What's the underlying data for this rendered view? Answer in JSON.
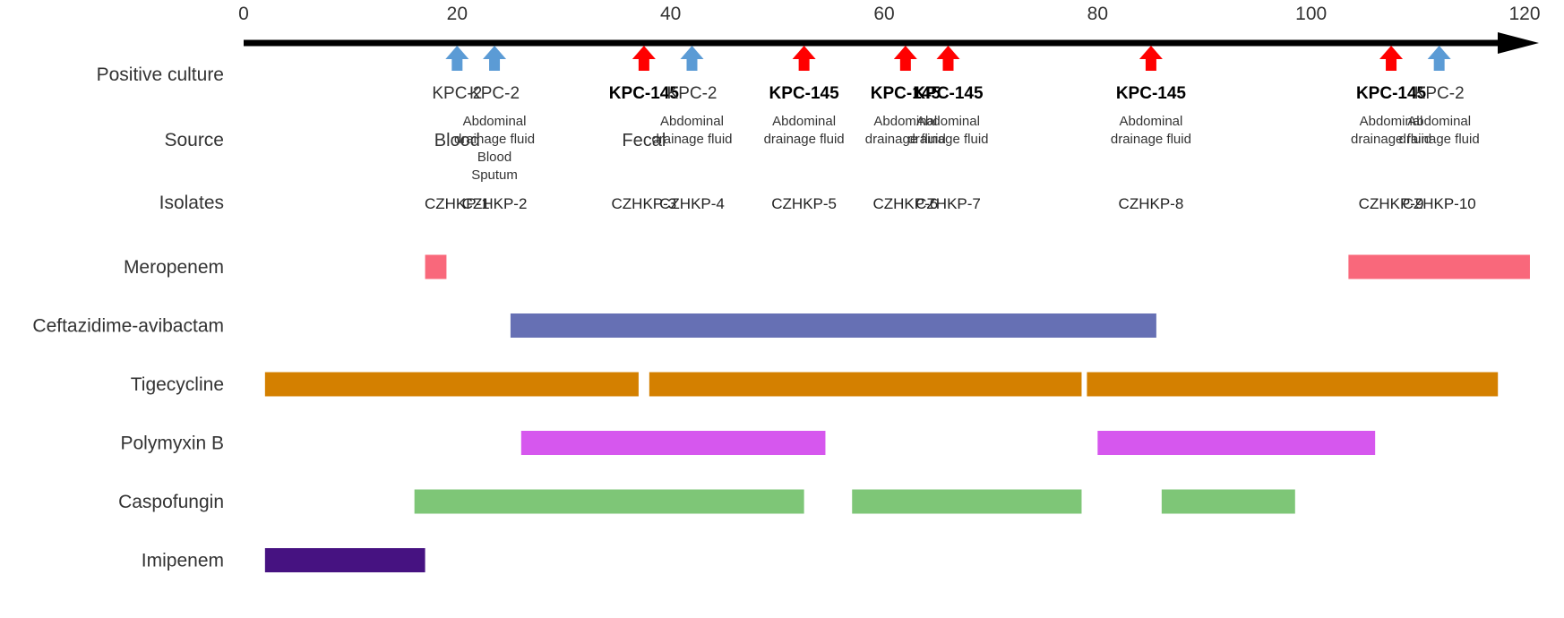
{
  "chart_data": {
    "type": "timeline",
    "xlim": [
      0,
      120
    ],
    "x_ticks": [
      0,
      20,
      40,
      60,
      80,
      100,
      120
    ],
    "row_labels": {
      "positive_culture": "Positive culture",
      "source": "Source",
      "isolates": "Isolates"
    },
    "events": [
      {
        "x": 20,
        "gene": "KPC-2",
        "bold": false,
        "color": "#5b9bd5",
        "source": [
          "Blood"
        ],
        "isolate": "CZHKP-1"
      },
      {
        "x": 23.5,
        "gene": "KPC-2",
        "bold": false,
        "color": "#5b9bd5",
        "source": [
          "Abdominal",
          "drainage fluid",
          "Blood",
          "Sputum"
        ],
        "isolate": "CZHKP-2"
      },
      {
        "x": 37.5,
        "gene": "KPC-145",
        "bold": true,
        "color": "#ff0000",
        "source": [
          "Fecal"
        ],
        "isolate": "CZHKP-3"
      },
      {
        "x": 42,
        "gene": "KPC-2",
        "bold": false,
        "color": "#5b9bd5",
        "source": [
          "Abdominal",
          "drainage fluid"
        ],
        "isolate": "CZHKP-4"
      },
      {
        "x": 52.5,
        "gene": "KPC-145",
        "bold": true,
        "color": "#ff0000",
        "source": [
          "Abdominal",
          "drainage fluid"
        ],
        "isolate": "CZHKP-5"
      },
      {
        "x": 62,
        "gene": "KPC-145",
        "bold": true,
        "color": "#ff0000",
        "source": [
          "Abdominal",
          "drainage fluid"
        ],
        "isolate": "CZHKP-6"
      },
      {
        "x": 66,
        "gene": "KPC-145",
        "bold": true,
        "color": "#ff0000",
        "source": [
          "Abdominal",
          "drainage fluid"
        ],
        "isolate": "CZHKP-7"
      },
      {
        "x": 85,
        "gene": "KPC-145",
        "bold": true,
        "color": "#ff0000",
        "source": [
          "Abdominal",
          "drainage fluid"
        ],
        "isolate": "CZHKP-8"
      },
      {
        "x": 107.5,
        "gene": "KPC-145",
        "bold": true,
        "color": "#ff0000",
        "source": [
          "Abdominal",
          "drainage fluid"
        ],
        "isolate": "CZHKP-9"
      },
      {
        "x": 112,
        "gene": "KPC-2",
        "bold": false,
        "color": "#5b9bd5",
        "source": [
          "Abdominal",
          "drainage fluid"
        ],
        "isolate": "CZHKP-10"
      }
    ],
    "treatments": [
      {
        "drug": "Meropenem",
        "color": "#f9687b",
        "intervals": [
          [
            17,
            19
          ],
          [
            103.5,
            120.5
          ]
        ]
      },
      {
        "drug": "Ceftazidime-avibactam",
        "color": "#6670b4",
        "intervals": [
          [
            25,
            85.5
          ]
        ]
      },
      {
        "drug": "Tigecycline",
        "color": "#d48000",
        "intervals": [
          [
            2,
            37
          ],
          [
            38,
            78.5
          ],
          [
            79,
            117.5
          ]
        ]
      },
      {
        "drug": "Polymyxin B",
        "color": "#d657ee",
        "intervals": [
          [
            26,
            54.5
          ],
          [
            80,
            106
          ]
        ]
      },
      {
        "drug": "Caspofungin",
        "color": "#7ec677",
        "intervals": [
          [
            16,
            52.5
          ],
          [
            57,
            78.5
          ],
          [
            86,
            98.5
          ]
        ]
      },
      {
        "drug": "Imipenem",
        "color": "#461281",
        "intervals": [
          [
            2,
            17
          ]
        ]
      }
    ]
  }
}
